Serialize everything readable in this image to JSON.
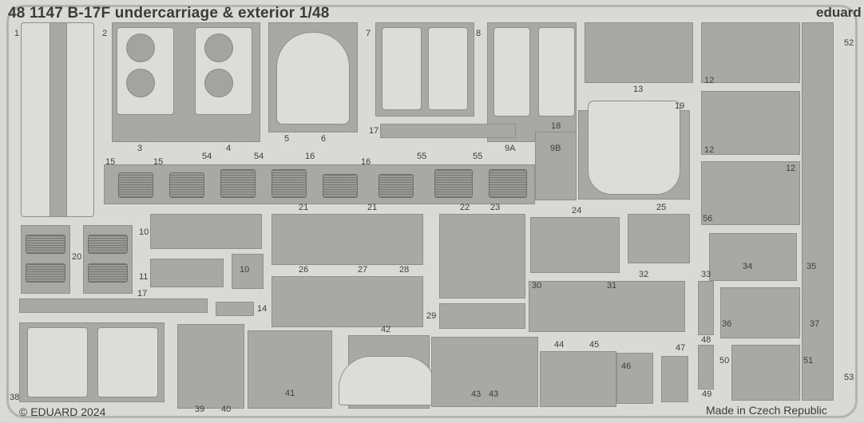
{
  "title": "48 1147  B-17F undercarriage & exterior   1/48",
  "brand": "eduard",
  "copyright": "© EDUARD 2024",
  "origin": "Made in Czech Republic",
  "colors": {
    "background": "#d9dad8",
    "fret": "#a8a9a7",
    "part": "#dcddda"
  },
  "labels": [
    "1",
    "2",
    "3",
    "4",
    "5",
    "6",
    "7",
    "8",
    "9A",
    "9B",
    "13",
    "19",
    "12",
    "12",
    "12",
    "56",
    "52",
    "17",
    "18",
    "15",
    "15",
    "54",
    "54",
    "16",
    "16",
    "55",
    "55",
    "21",
    "21",
    "22",
    "23",
    "24",
    "25",
    "20",
    "10",
    "10",
    "11",
    "17",
    "14",
    "26",
    "27",
    "28",
    "29",
    "30",
    "31",
    "32",
    "33",
    "34",
    "35",
    "36",
    "37",
    "48",
    "42",
    "44",
    "45",
    "46",
    "47",
    "49",
    "50",
    "51",
    "53",
    "38",
    "39",
    "40",
    "41",
    "43",
    "43"
  ]
}
